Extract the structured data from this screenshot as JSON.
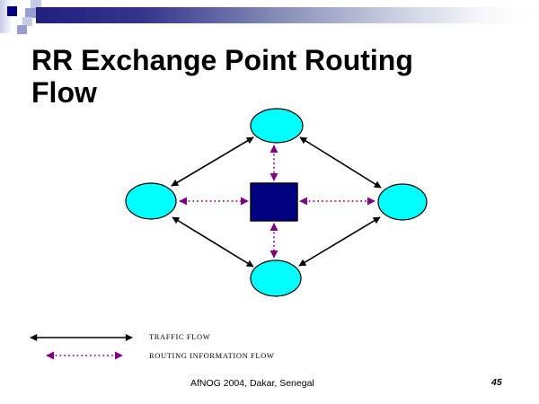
{
  "slide": {
    "title": "RR Exchange Point Routing Flow",
    "footer_text": "AfNOG 2004, Dakar, Senegal",
    "page_number": "45"
  },
  "legend": {
    "traffic_label": "TRAFFIC FLOW",
    "routing_label": "ROUTING INFORMATION FLOW"
  },
  "colors": {
    "peer-fill": "#00ffff",
    "server-fill": "#000080",
    "traffic-arrow": "#000000",
    "routing-arrow": "#800080",
    "bar-start": "#1f1f7e",
    "bar-mid": "#8890b8",
    "deco-navy": "#000084",
    "deco-light": "#c7cbe8",
    "deco-medium": "#9a9ecf",
    "title-color": "#000000"
  }
}
